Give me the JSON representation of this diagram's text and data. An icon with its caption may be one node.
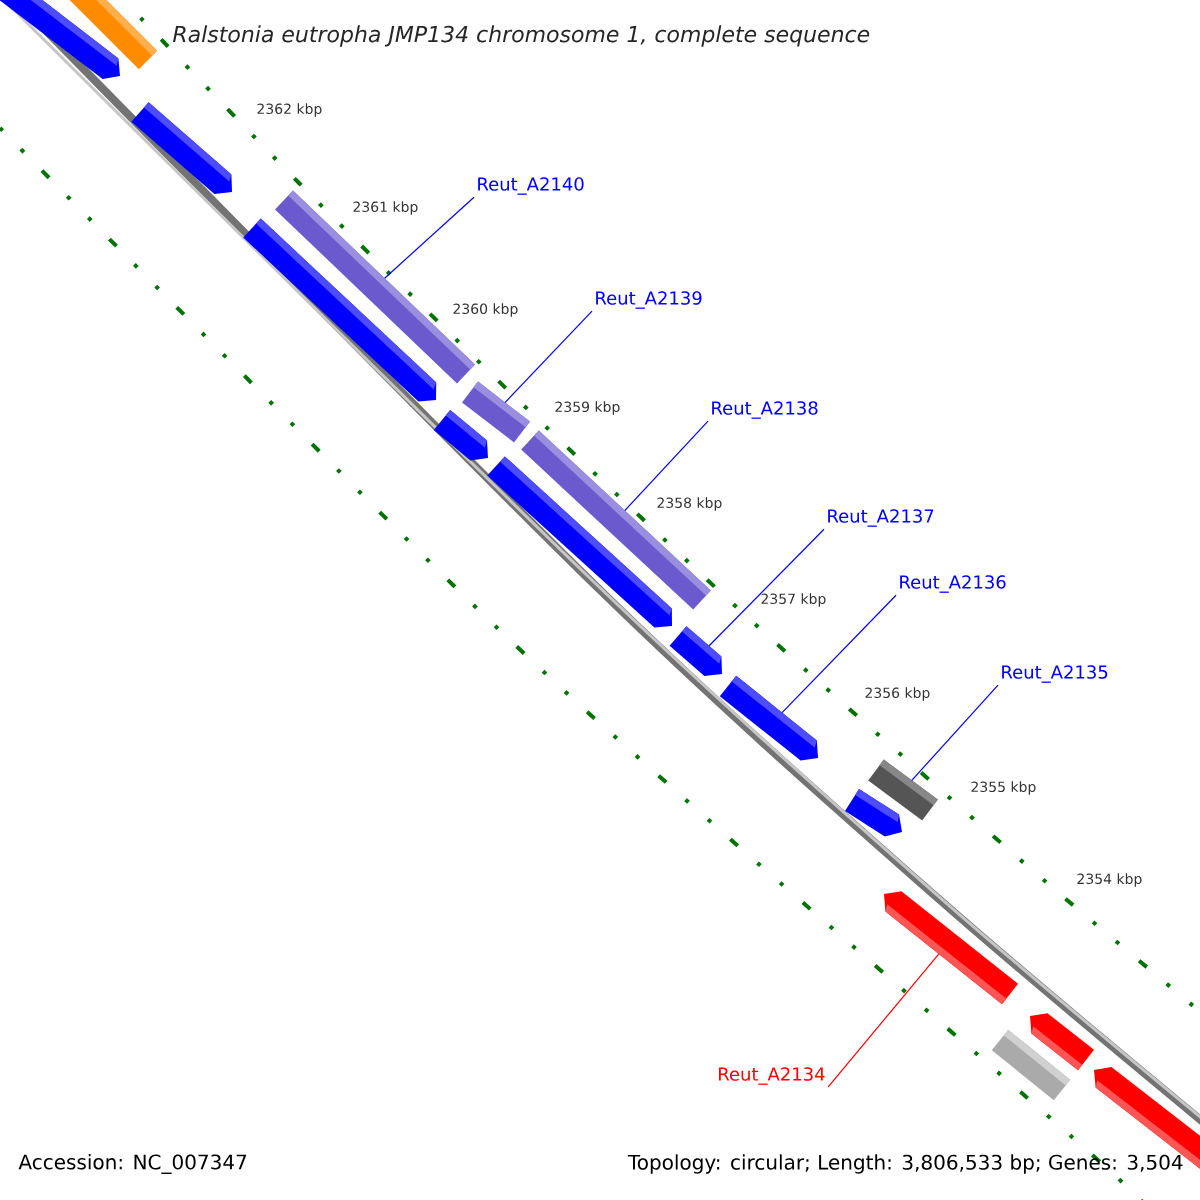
{
  "diagram": {
    "title": "Ralstonia eutropha JMP134 chromosome 1, complete sequence",
    "nodes": [
      {
        "text": [
          "Reut_A2140"
        ]
      },
      {
        "text": [
          "Reut_A2139"
        ]
      },
      {
        "text": [
          "Reut_A2138"
        ]
      },
      {
        "text": [
          "Reut_A2137"
        ]
      },
      {
        "text": [
          "Reut_A2136"
        ]
      },
      {
        "text": [
          "Reut_A2135"
        ]
      },
      {
        "text": [
          "Reut_A2134"
        ]
      },
      {
        "text": [],
        "shape": "arrow"
      },
      {
        "text": [],
        "shape": "bar"
      },
      {
        "text": [],
        "shape": "arrow"
      },
      {
        "text": [],
        "shape": "arrow"
      },
      {
        "text": [],
        "shape": "bar"
      },
      {
        "text": [],
        "shape": "arrow"
      },
      {
        "text": [],
        "shape": "bar"
      },
      {
        "text": [],
        "shape": "arrow"
      },
      {
        "text": [],
        "shape": "bar"
      },
      {
        "text": [],
        "shape": "arrow"
      },
      {
        "text": [],
        "shape": "arrow"
      },
      {
        "text": [],
        "shape": "bar"
      },
      {
        "text": [],
        "shape": "arrow"
      },
      {
        "text": [],
        "shape": "arrow"
      },
      {
        "text": [],
        "shape": "bar"
      },
      {
        "text": [],
        "shape": "arrow"
      },
      {
        "text": [],
        "shape": "arrow"
      }
    ],
    "edges": [
      {
        "from": 0,
        "to": 11,
        "arrow": "none"
      },
      {
        "from": 1,
        "to": 13,
        "arrow": "none"
      },
      {
        "from": 2,
        "to": 15,
        "arrow": "none"
      },
      {
        "from": 3,
        "to": 16,
        "arrow": "none"
      },
      {
        "from": 4,
        "to": 17,
        "arrow": "none"
      },
      {
        "from": 5,
        "to": 18,
        "arrow": "none"
      },
      {
        "from": 6,
        "to": 20,
        "arrow": "none",
        "color": "#ff0000"
      }
    ],
    "labels": [
      "2362 kbp",
      "2361 kbp",
      "2360 kbp",
      "2359 kbp",
      "2358 kbp",
      "2357 kbp",
      "2356 kbp",
      "2355 kbp",
      "2354 kbp",
      "Accession: NC_007347",
      "Topology: circular; Length: 3,806,533 bp; Genes: 3,504"
    ]
  }
}
